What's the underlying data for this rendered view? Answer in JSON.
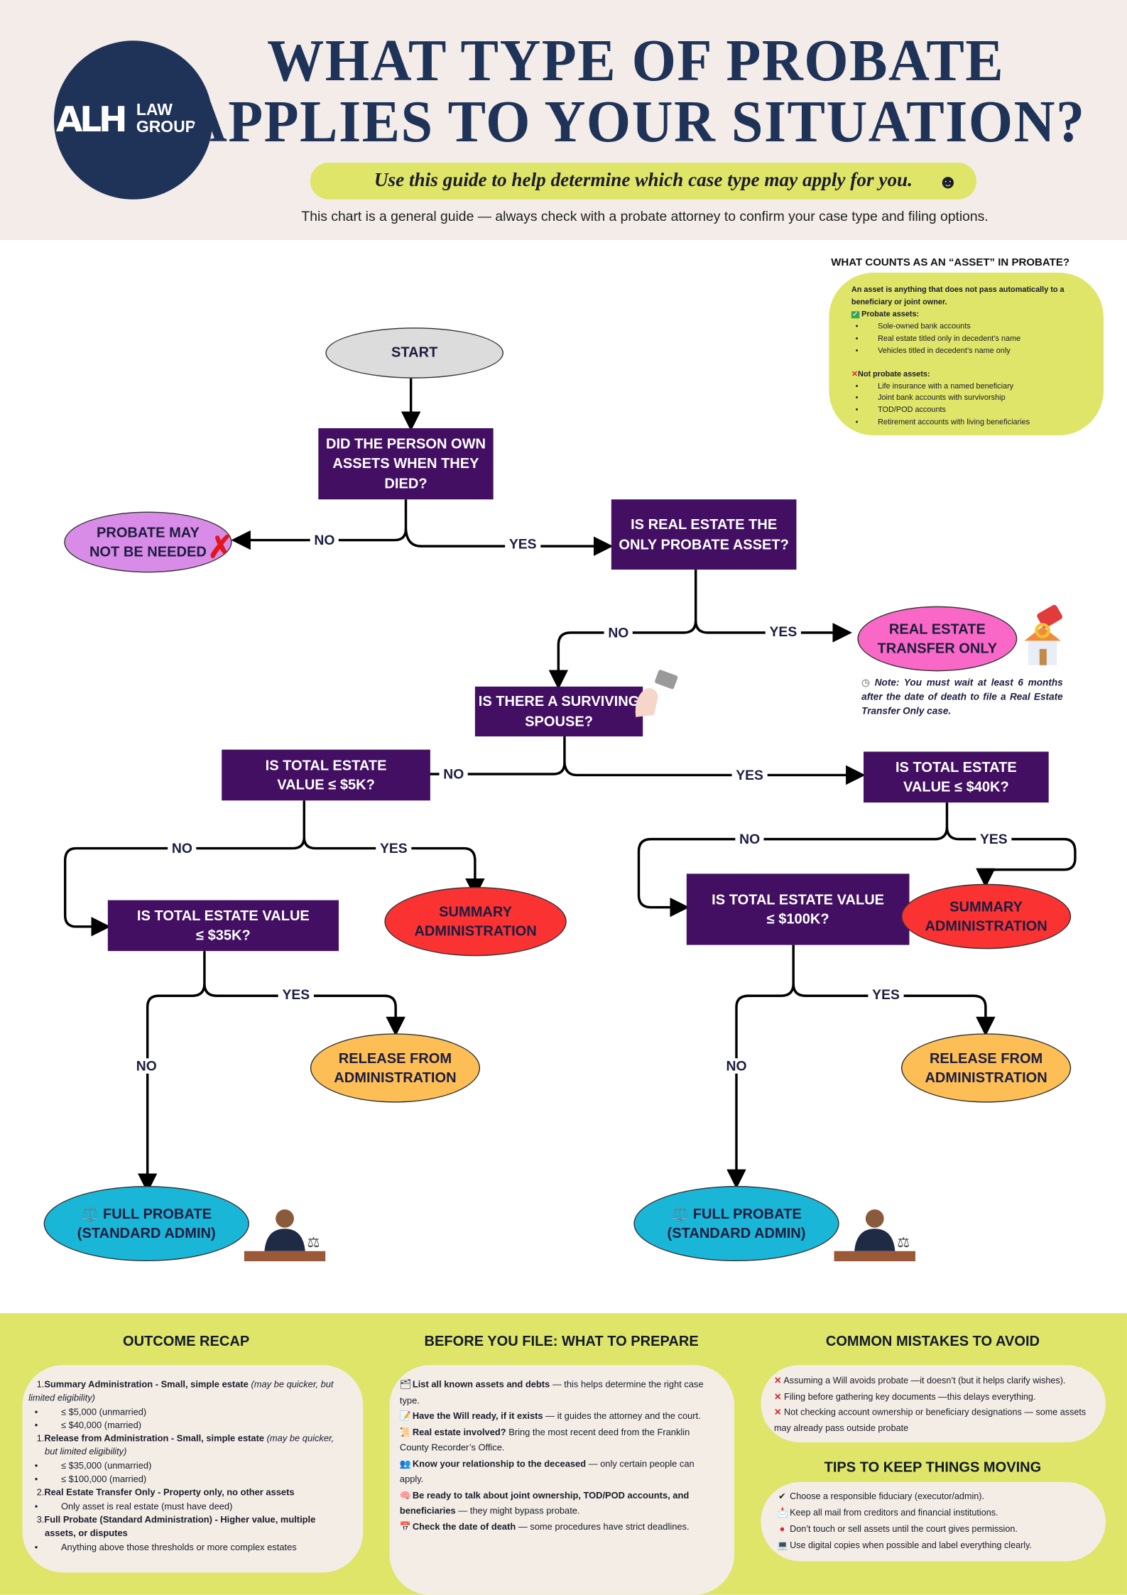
{
  "header": {
    "logo_mark": "ALH",
    "logo_text_1": "LAW",
    "logo_text_2": "GROUP",
    "title_line_1": "WHAT TYPE OF PROBATE",
    "title_line_2": "APPLIES TO YOUR SITUATION?",
    "subtitle": "Use this guide to help determine which case type may apply for you.",
    "subtitle_icon": "smiley-icon",
    "disclaimer": "This chart is a general guide — always check with a probate attorney to confirm your case type and filing options."
  },
  "asset_info": {
    "heading": "WHAT COUNTS AS AN “ASSET” IN PROBATE?",
    "definition": "An asset is anything that does not pass automatically to a beneficiary or joint owner.",
    "probate_label": "Probate assets:",
    "probate_items": [
      "Sole-owned bank accounts",
      "Real estate titled only in decedent’s name",
      "Vehicles titled in decedent’s name only"
    ],
    "not_probate_label": "Not probate assets:",
    "not_probate_items": [
      "Life insurance with a named beneficiary",
      "Joint bank accounts with survivorship",
      "TOD/POD accounts",
      "Retirement accounts with living beneficiaries"
    ]
  },
  "flowchart": {
    "start": "START",
    "q_assets": "DID THE PERSON OWN ASSETS WHEN THEY DIED?",
    "probate_not_needed": "PROBATE MAY NOT BE NEEDED",
    "q_real_estate_only": "IS REAL ESTATE THE ONLY PROBATE ASSET?",
    "real_estate_transfer": "REAL ESTATE TRANSFER ONLY",
    "real_estate_note": "Note: You must wait at least 6 months after the date of death to file a Real Estate Transfer Only case.",
    "q_spouse": "IS THERE A SURVIVING SPOUSE?",
    "q_5k": "IS TOTAL ESTATE VALUE ≤ $5K?",
    "q_40k": "IS TOTAL ESTATE VALUE ≤ $40K?",
    "q_35k": "IS TOTAL ESTATE VALUE ≤ $35K?",
    "q_100k": "IS TOTAL ESTATE VALUE ≤ $100K?",
    "summary_admin": "SUMMARY ADMINISTRATION",
    "release_admin": "RELEASE FROM ADMINISTRATION",
    "full_probate": "⚖️ FULL PROBATE (STANDARD ADMIN)",
    "yes": "YES",
    "no": "NO",
    "colors": {
      "question": "#420f62",
      "start": "#dcdcdc",
      "not_needed": "#d98be8",
      "transfer": "#f968c6",
      "summary": "#fb3232",
      "release": "#fdbe55",
      "full": "#19b6d8"
    }
  },
  "outcome_recap": {
    "heading": "OUTCOME RECAP",
    "items": [
      {
        "num": "1.",
        "bold": "Summary Administration -  Small, simple estate",
        "italic": "(may be quicker, but limited eligibility)",
        "subs": [
          "≤ $5,000 (unmarried)",
          "≤ $40,000 (married)"
        ]
      },
      {
        "num": "1.",
        "bold": "Release from Administration -  Small, simple estate",
        "italic": "(may be quicker, but limited eligibility)",
        "subs": [
          "≤ $35,000 (unmarried)",
          "≤ $100,000 (married)"
        ]
      },
      {
        "num": "2.",
        "bold": "Real Estate Transfer Only - Property only, no other assets",
        "subs": [
          "Only asset is real estate (must have deed)"
        ]
      },
      {
        "num": "3.",
        "bold": "Full Probate (Standard Administration) - Higher value, multiple assets, or disputes",
        "subs": [
          "Anything above those thresholds or more complex estates"
        ]
      }
    ]
  },
  "prepare": {
    "heading": "BEFORE YOU FILE: WHAT TO PREPARE",
    "items": [
      {
        "icon": "🗂",
        "bold": "List all known assets and debts",
        "text": " — this helps determine the right case type."
      },
      {
        "icon": "📝",
        "bold": "Have the Will ready, if it exists",
        "text": " — it guides the attorney and the court."
      },
      {
        "icon": "📜",
        "bold": "Real estate involved?",
        "text": " Bring the most recent deed from the Franklin County Recorder’s Office."
      },
      {
        "icon": "👥",
        "bold": "Know your relationship to the deceased",
        "text": " — only certain people can apply."
      },
      {
        "icon": "🧠",
        "bold": "Be ready to talk about joint ownership, TOD/POD accounts, and beneficiaries",
        "text": " — they might bypass probate."
      },
      {
        "icon": "📅",
        "bold": "Check the date of death",
        "text": " — some procedures have strict deadlines."
      }
    ]
  },
  "mistakes": {
    "heading": "COMMON MISTAKES TO AVOID",
    "items": [
      "Assuming a Will avoids probate —it doesn’t (but it helps clarify wishes).",
      "Filing before gathering key documents —this delays everything.",
      "Not checking account ownership or beneficiary designations — some assets may already pass outside probate"
    ]
  },
  "tips": {
    "heading": "TIPS TO KEEP THINGS MOVING",
    "items": [
      {
        "icon": "✔",
        "text": "Choose a responsible fiduciary (executor/admin)."
      },
      {
        "icon": "📩",
        "text": "Keep all mail from creditors and financial institutions."
      },
      {
        "icon": "●",
        "text": "Don’t touch or sell assets until the court gives permission."
      },
      {
        "icon": "💻",
        "text": "Use digital copies when possible and label everything clearly."
      }
    ]
  }
}
